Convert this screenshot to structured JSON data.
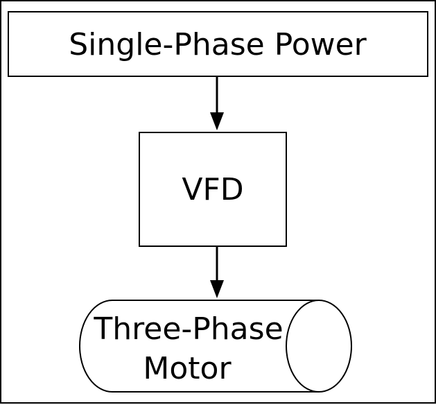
{
  "diagram": {
    "nodes": {
      "power": {
        "label": "Single-Phase Power"
      },
      "vfd": {
        "label": "VFD"
      },
      "motor": {
        "label_line1": "Three-Phase",
        "label_line2": "Motor"
      }
    },
    "edges": [
      {
        "from": "power",
        "to": "vfd"
      },
      {
        "from": "vfd",
        "to": "motor"
      }
    ]
  }
}
